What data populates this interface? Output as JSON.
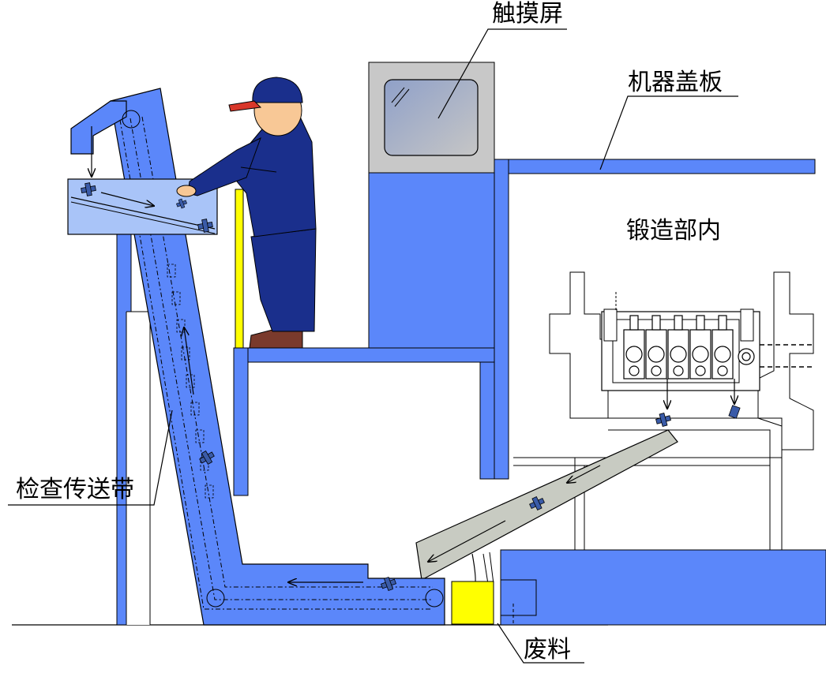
{
  "labels": {
    "touch_screen": "触摸屏",
    "machine_cover": "机器盖板",
    "forging_interior": "锻造部内",
    "inspection_conveyor": "检查传送带",
    "scrap": "废料"
  },
  "colors": {
    "machine_blue": "#5B87FA",
    "light_blue": "#A9C4F8",
    "panel_gray": "#C8C8C8",
    "chute_gray": "#C8CBC2",
    "scrap_yellow": "#FFFF00",
    "uniform_navy": "#1A2F8C",
    "cap_red": "#D8372A",
    "skin": "#F8C896",
    "shoe_brown": "#7A3A2C",
    "part_blue": "#3A5BA8"
  }
}
